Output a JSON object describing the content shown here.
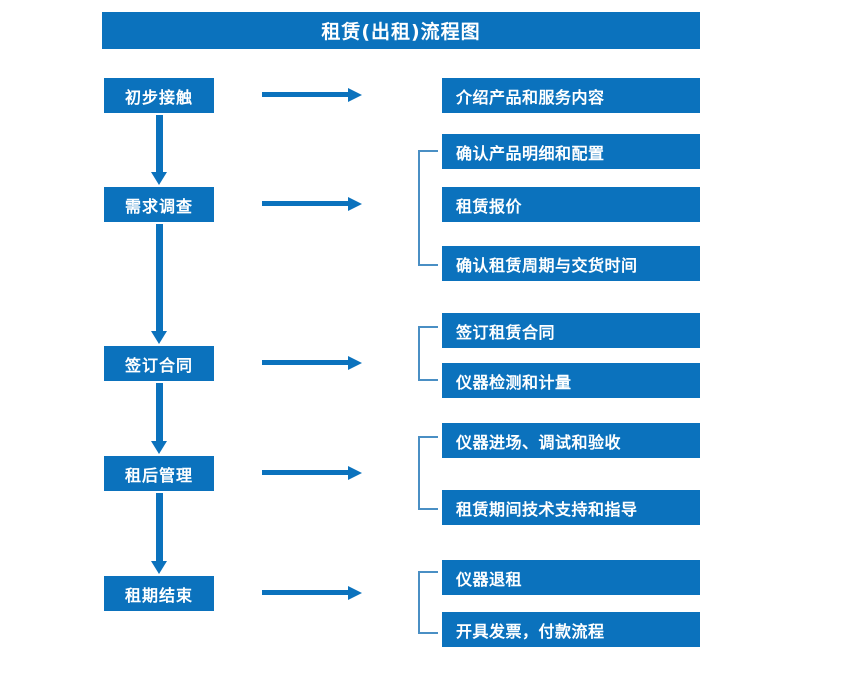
{
  "header": {
    "title": "租赁(出租)流程图"
  },
  "colors": {
    "primary_blue": "#0b72bd",
    "bracket_blue": "#4a8fc4",
    "box_text": "#ffffff",
    "background": "#ffffff"
  },
  "stages": [
    {
      "label": "初步接触"
    },
    {
      "label": "需求调查"
    },
    {
      "label": "签订合同"
    },
    {
      "label": "租后管理"
    },
    {
      "label": "租期结束"
    }
  ],
  "details": [
    {
      "label": "介绍产品和服务内容"
    },
    {
      "label": "确认产品明细和配置"
    },
    {
      "label": "租赁报价"
    },
    {
      "label": "确认租赁周期与交货时间"
    },
    {
      "label": "签订租赁合同"
    },
    {
      "label": "仪器检测和计量"
    },
    {
      "label": "仪器进场、调试和验收"
    },
    {
      "label": "租赁期间技术支持和指导"
    },
    {
      "label": "仪器退租"
    },
    {
      "label": "开具发票，付款流程"
    }
  ],
  "connectors": {
    "stage_to_detail": "right-arrow-icon",
    "stage_to_stage": "down-arrow-icon",
    "group_marker": "bracket-icon"
  }
}
